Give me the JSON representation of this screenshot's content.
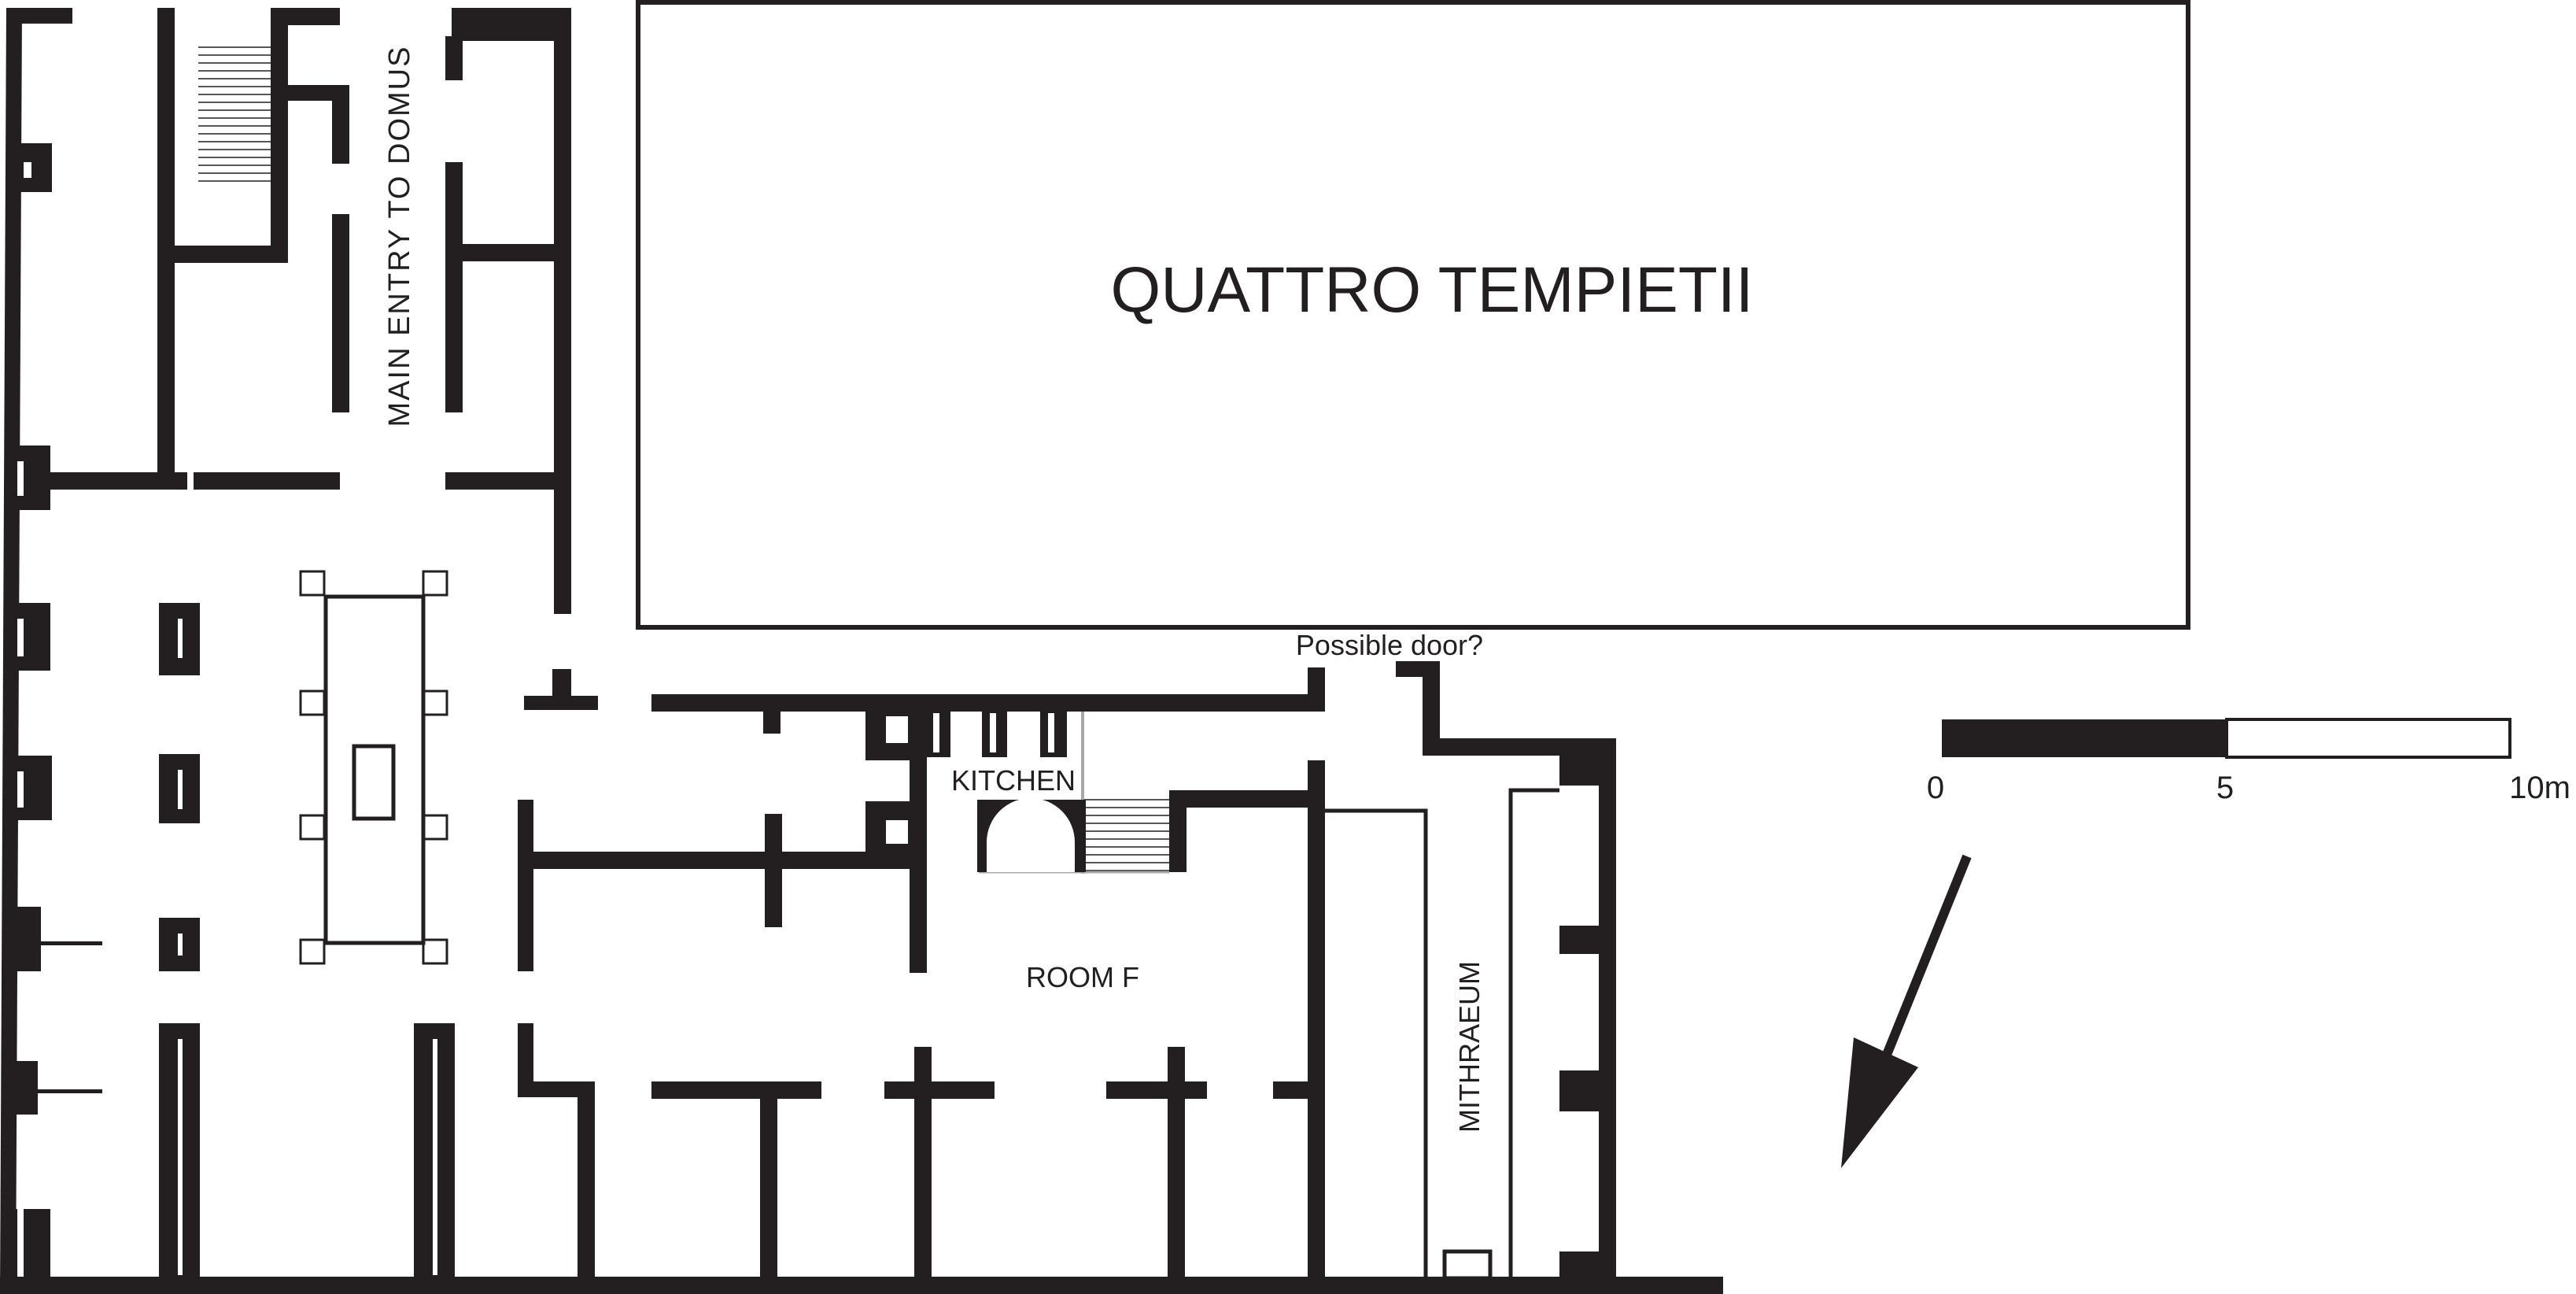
{
  "labels": {
    "main_entry": "MAIN ENTRY TO DOMUS",
    "quattro_tempietti": "QUATTRO TEMPIETII",
    "possible_door": "Possible door?",
    "kitchen": "KITCHEN",
    "room_f": "ROOM F",
    "mithraeum": "MITHRAEUM"
  },
  "scale_bar": {
    "tick_start": "0",
    "tick_mid": "5",
    "tick_end": "10m"
  },
  "north_arrow": {
    "icon": "arrow-south-west-icon"
  },
  "colors": {
    "wall": "#231f20",
    "background": "#ffffff",
    "light_line": "#a7a9ac"
  }
}
